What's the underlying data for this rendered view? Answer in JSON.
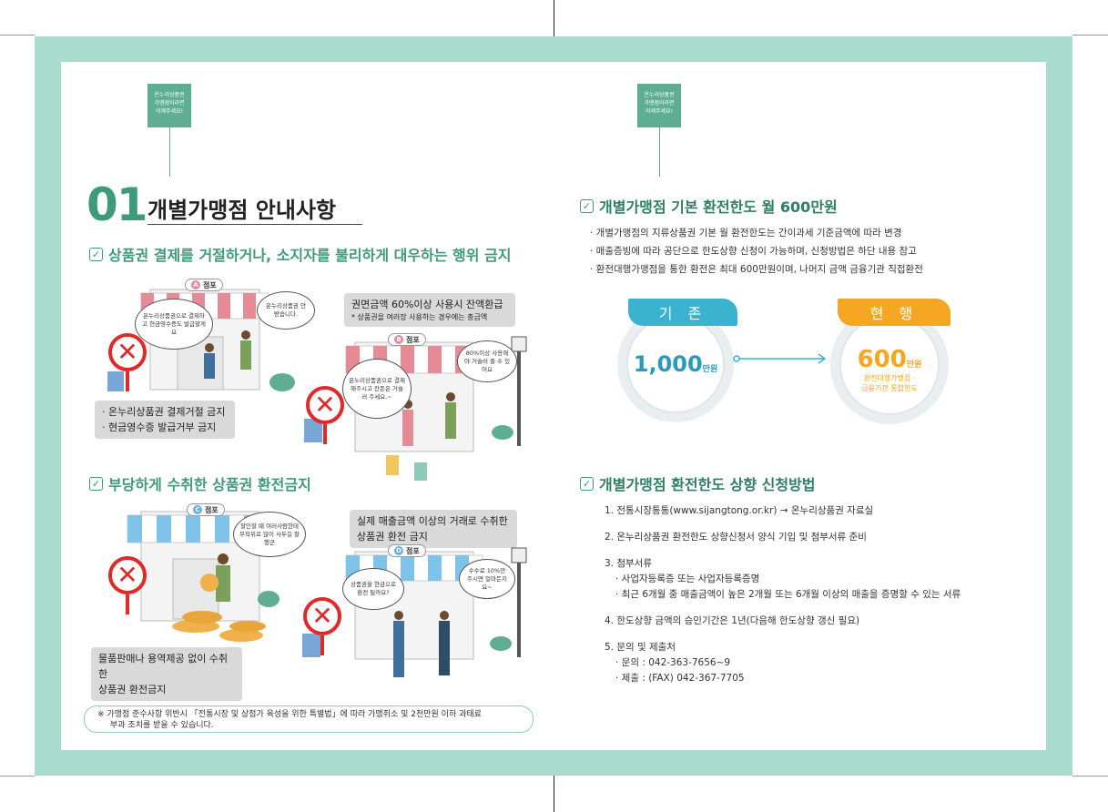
{
  "left": {
    "tag_lines": [
      "온누리상품권",
      "가맹점이라면",
      "이제주세요!"
    ],
    "section_number": "01",
    "section_title": "개별가맹점 안내사항",
    "heading1": "상품권 결제를 거절하거나, 소지자를 불리하게 대우하는 행위 금지",
    "store_a": {
      "badge": "A",
      "sign": "점포",
      "bubble_customer": "온누리상품권으로 결제하고 현금영수증도 발급할게요",
      "bubble_clerk": "온누리상품권 안 받습니다.",
      "rules": [
        "· 온누리상품권 결제거절 금지",
        "· 현금영수증 발급거부 금지"
      ]
    },
    "store_b": {
      "badge": "B",
      "sign": "점포",
      "box_line1": "권면금액 60%이상 사용시 잔액환급",
      "box_line2": "* 상품권을 여러장 사용하는 경우에는 총금액",
      "bubble_customer": "온누리상품권으로 결제해주시고 잔돈은 거슬러 주세요.~",
      "bubble_clerk": "80%이상 사용해야 거슬러 줄 수 있어요"
    },
    "heading2": "부당하게 수취한 상품권 환전금지",
    "store_c": {
      "badge": "C",
      "sign": "점포",
      "bubble": "할인할 때 여러사람한테 무작위로 많이 사두길 잘했군",
      "box_line1": "물품판매나 용역제공 없이 수취한",
      "box_line2": "상품권 환전금지"
    },
    "store_d": {
      "badge": "D",
      "sign": "점포",
      "box_line1": "실제 매출금액 이상의 거래로 수취한",
      "box_line2": "상품권 환전 금지",
      "bubble_customer": "상품권을 현금으로 환전 될까요?",
      "bubble_clerk": "수수료 10%만 주시면 얼마든지요~"
    },
    "note_line1": "※ 가맹점 준수사항 위반시 「전통시장 및 상점가 육성을 위한 특별법」에 따라 가맹취소 및 2천만원 이하 과태료",
    "note_line2": "부과 조치를 받을 수 있습니다."
  },
  "right": {
    "tag_lines": [
      "온누리상품권",
      "가맹점이라면",
      "이제주세요!"
    ],
    "heading1": "개별가맹점 기본 환전한도 월 600만원",
    "bullets": [
      "· 개별가맹점의 지류상품권 기본 월 환전한도는 간이과세 기준금액에 따라 변경",
      "· 매출증빙에 따라 공단으로 한도상향 신청이 가능하며, 신청방법은 하단 내용 참고",
      "· 환전대행가맹점을 통한 환전은 최대 600만원이며, 나머지 금액 금융기관 직접환전"
    ],
    "before": {
      "label": "기 존",
      "amount": "1,000",
      "unit": "만원"
    },
    "after": {
      "label": "현 행",
      "amount": "600",
      "unit": "만원",
      "note_line1": "환전대행가맹점 ·",
      "note_line2": "금융기관 통합한도"
    },
    "heading2": "개별가맹점 환전한도 상향 신청방법",
    "steps": {
      "s1": "1. 전통시장통통(www.sijangtong.or.kr) → 온누리상품권 자료실",
      "s2": "2. 온누리상품권 환전한도 상향신청서 양식 기입 및 첨부서류 준비",
      "s3": "3. 첨부서류",
      "s3a": "· 사업자등록증 또는 사업자등록증명",
      "s3b": "· 최근 6개월 중 매출금액이 높은 2개월 또는 6개월 이상의 매출을 증명할 수 있는 서류",
      "s4": "4. 한도상향 금액의 승인기간은 1년(다음해 한도상향 갱신 필요)",
      "s5": "5. 문의 및 제출처",
      "s5a": "· 문의 : 042-363-7656~9",
      "s5b": "· 제출 : (FAX) 042-367-7705"
    }
  },
  "colors": {
    "frame": "#a9dccf",
    "accent": "#3f9a7c",
    "blue": "#3bb3cf",
    "orange": "#f5a623",
    "prohibit": "#e02a2a"
  },
  "icons": [
    "checkbox-icon",
    "prohibit-icon",
    "arrow-right-icon"
  ]
}
